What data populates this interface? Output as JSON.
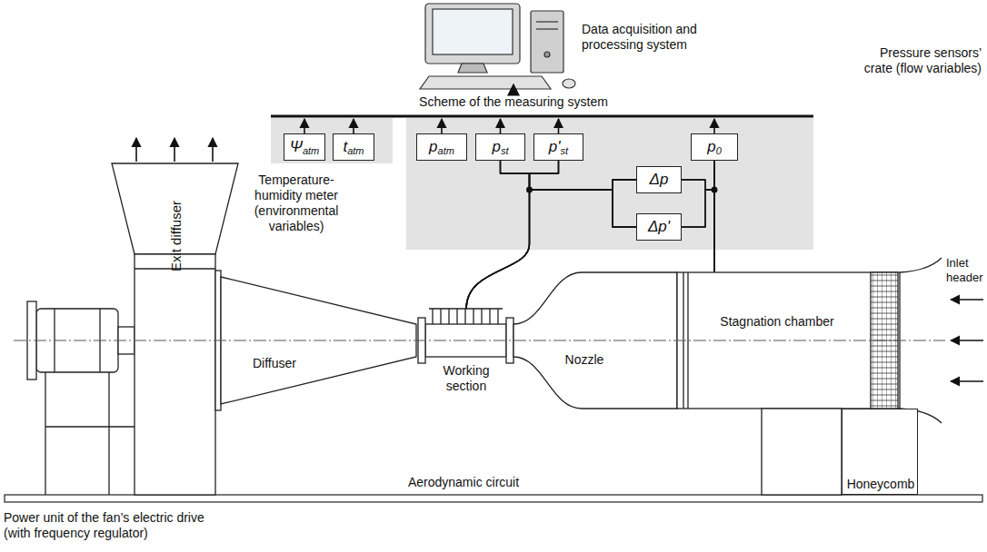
{
  "diagram": {
    "nodes": [
      {
        "text": [
          "Temperature-humidity meter (environmental variables)"
        ]
      },
      {
        "text": [
          "Ψatm"
        ],
        "in": 0
      },
      {
        "text": [
          "tatm"
        ],
        "in": 0
      },
      {
        "text": [
          "Pressure sensors’ crate (flow variables)"
        ]
      },
      {
        "text": [
          "patm"
        ],
        "in": 3
      },
      {
        "text": [
          "pst"
        ],
        "in": 3
      },
      {
        "text": [
          "p'st"
        ],
        "in": 3
      },
      {
        "text": [
          "Δp"
        ],
        "in": 3
      },
      {
        "text": [
          "Δp'"
        ],
        "in": 3
      },
      {
        "text": [
          "p0"
        ],
        "in": 3
      },
      {
        "text": [
          "Exit diffuser"
        ]
      },
      {
        "text": [
          "Diffuser"
        ]
      },
      {
        "text": [
          "Working section"
        ]
      },
      {
        "text": [
          "Nozzle"
        ]
      },
      {
        "text": [
          "Stagnation chamber"
        ]
      },
      {
        "text": [
          "Honeycomb"
        ]
      }
    ],
    "edges": [
      {
        "from": 5,
        "to": 7,
        "arrow": "none"
      },
      {
        "from": 5,
        "to": 8,
        "arrow": "none"
      },
      {
        "from": 6,
        "to": 7,
        "arrow": "none"
      },
      {
        "from": 6,
        "to": 8,
        "arrow": "none"
      },
      {
        "from": 12,
        "to": 5,
        "arrow": "none"
      },
      {
        "from": 12,
        "to": 6,
        "arrow": "none"
      },
      {
        "from": 12,
        "to": 7,
        "arrow": "none"
      },
      {
        "from": 12,
        "to": 8,
        "arrow": "none"
      },
      {
        "from": 7,
        "to": 9,
        "arrow": "none"
      },
      {
        "from": 8,
        "to": 9,
        "arrow": "none"
      },
      {
        "from": 7,
        "to": 14,
        "arrow": "none"
      },
      {
        "from": 8,
        "to": 14,
        "arrow": "none"
      },
      {
        "from": 9,
        "to": 14,
        "arrow": "none"
      }
    ],
    "labels": [
      "Data acquisition and processing system",
      "Scheme of the measuring system",
      "Inlet header",
      "Aerodynamic circuit",
      "Power unit of the fan’s electric drive (with frequency regulator)"
    ]
  }
}
